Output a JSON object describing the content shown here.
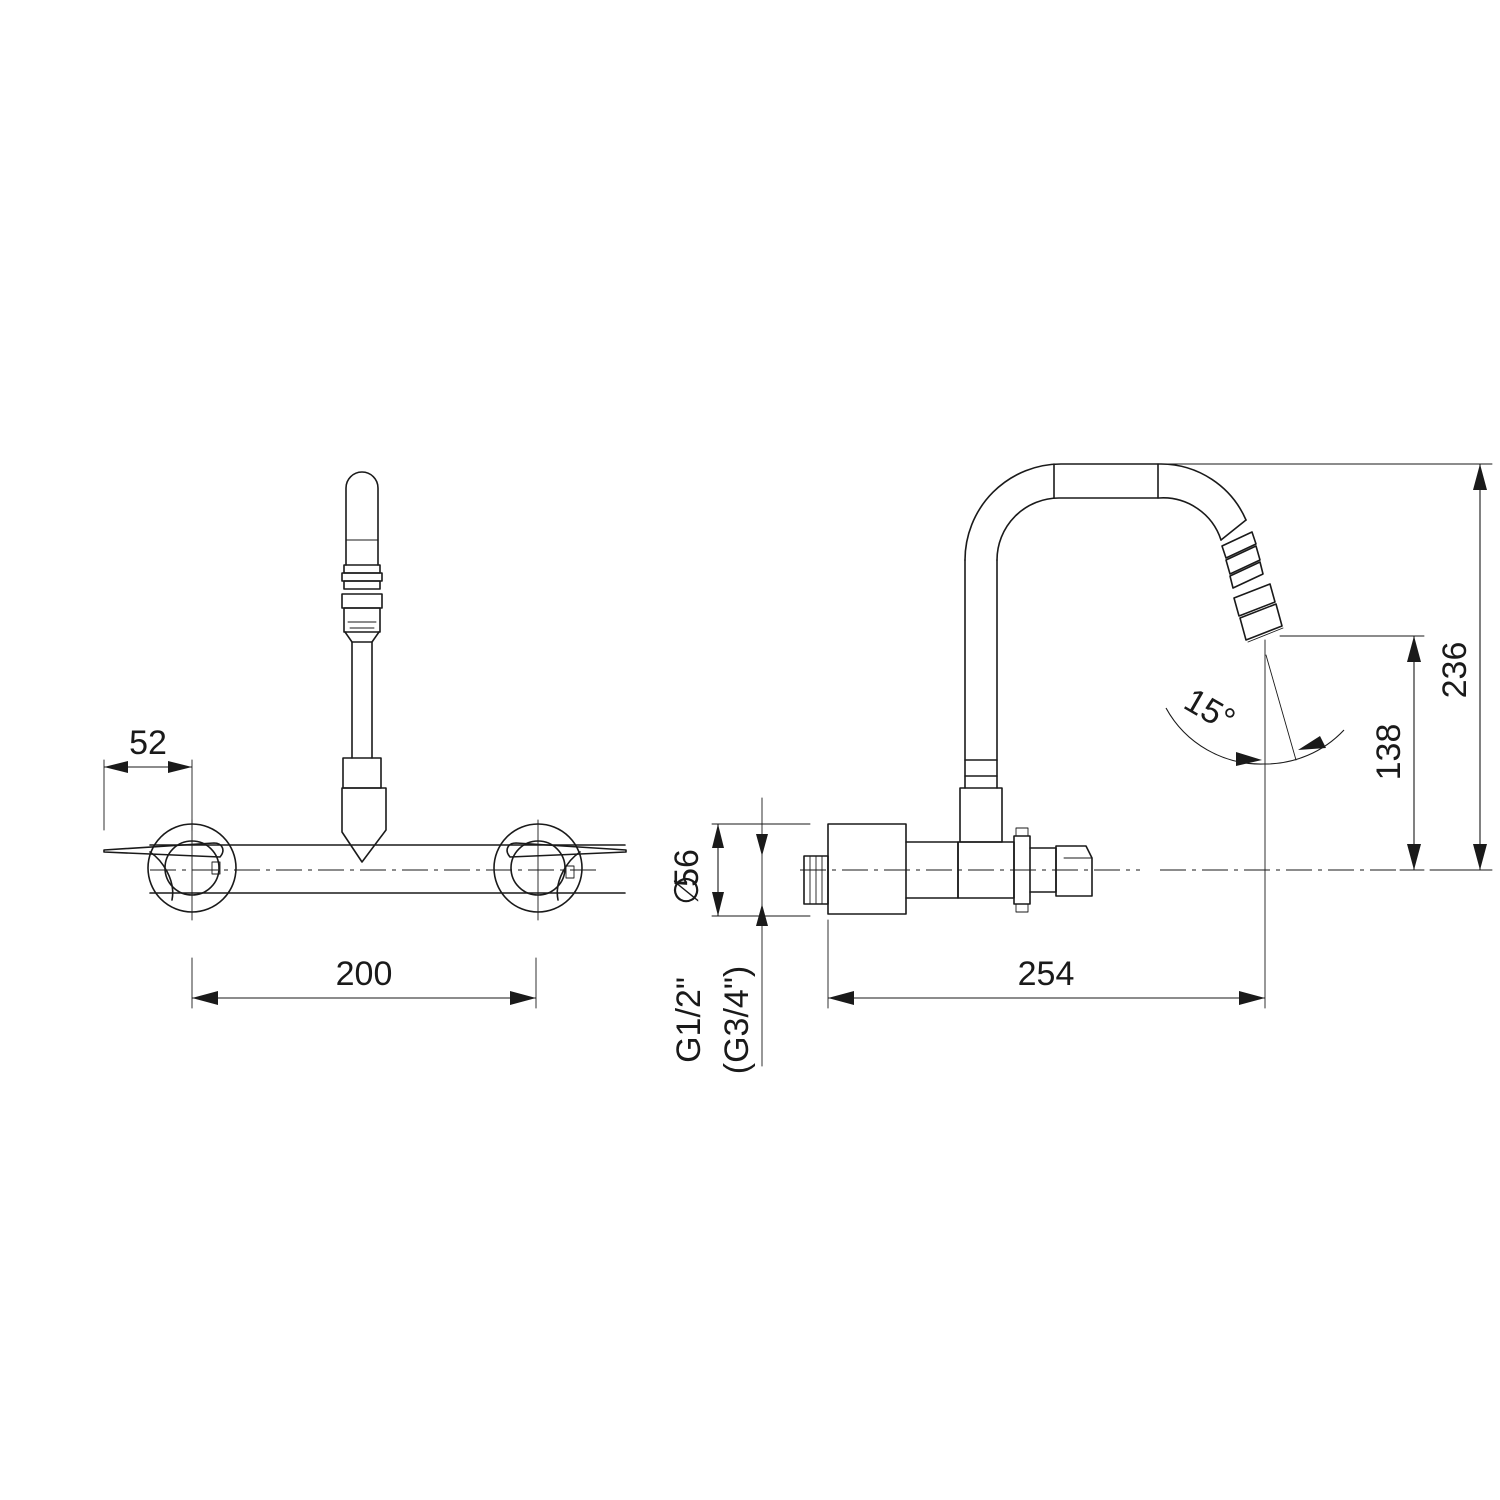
{
  "front_view": {
    "dim_flange_diameter": "52",
    "dim_center_distance": "200"
  },
  "side_view": {
    "dim_flange_diameter_symbol": "∅",
    "dim_flange_diameter": "56",
    "dim_thread_primary": "G1/2\"",
    "dim_thread_secondary": "(G3/4\")",
    "dim_projection": "254",
    "dim_spout_angle": "15°",
    "dim_outlet_height": "138",
    "dim_total_height": "236"
  }
}
